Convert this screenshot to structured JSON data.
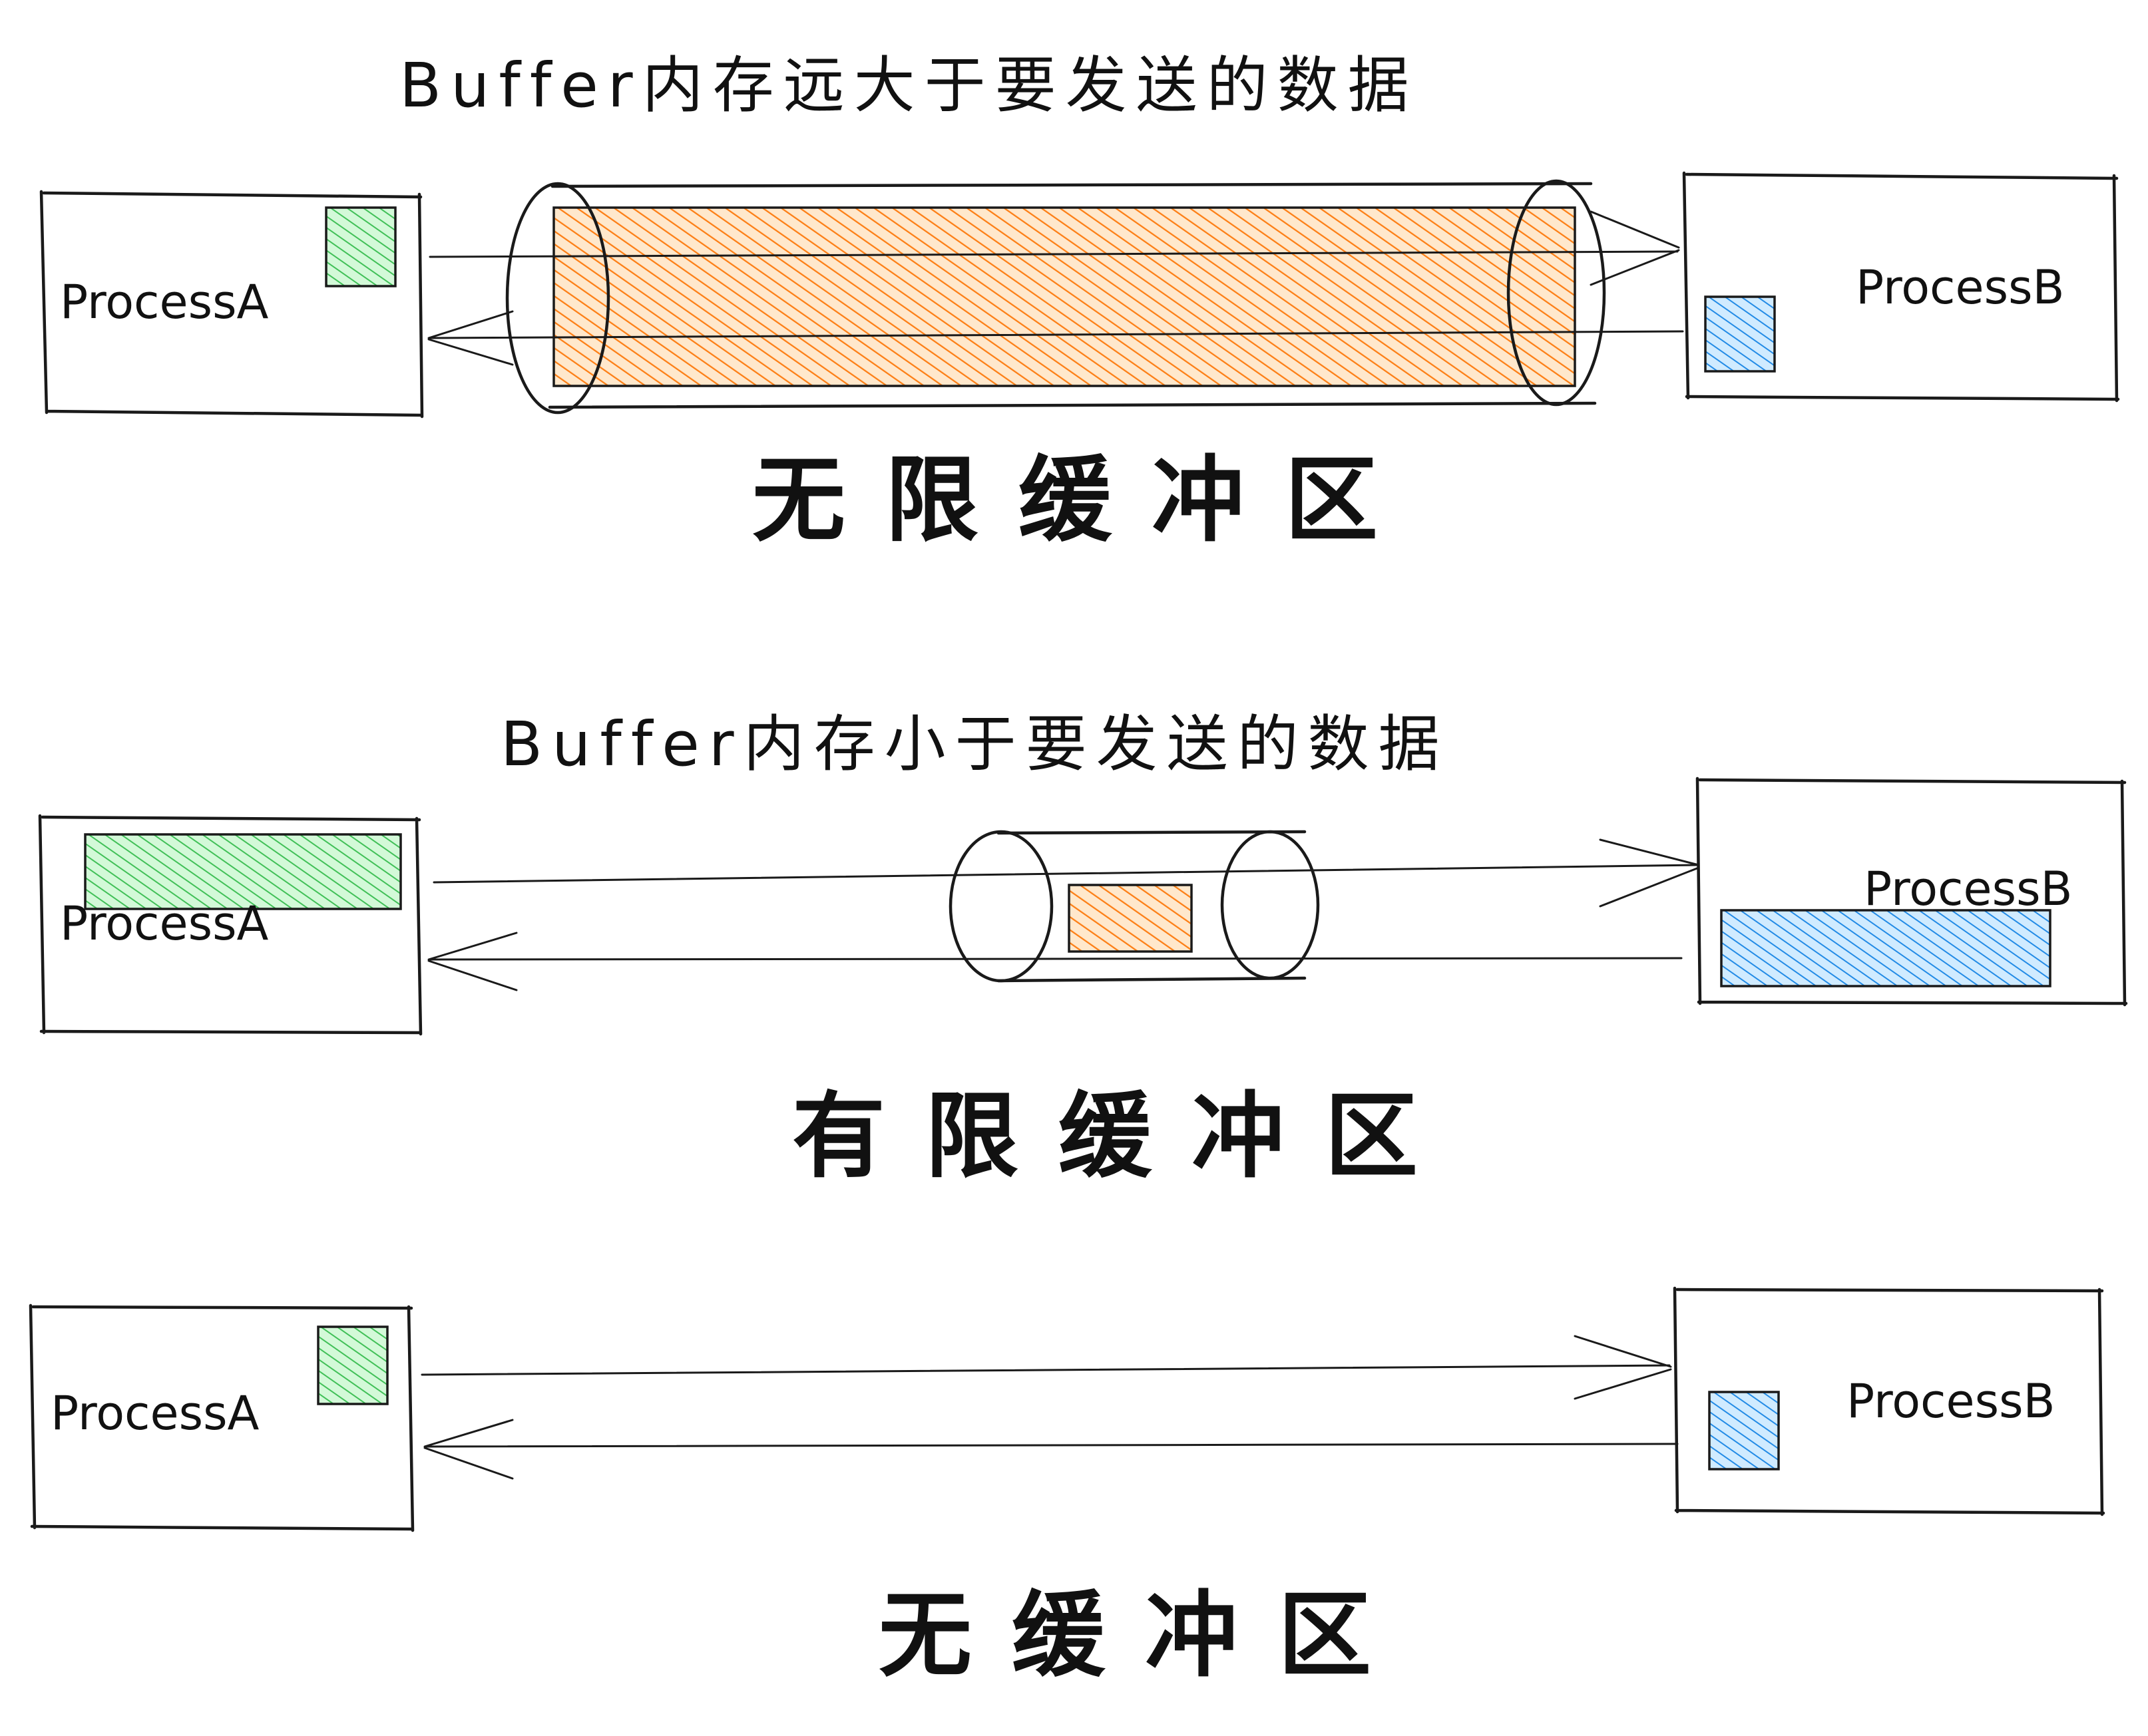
{
  "sections": [
    {
      "id": "infinite",
      "subtitle": "Buffer内存远大于要发送的数据",
      "title": "无限缓冲区",
      "process_a": "ProcessA",
      "process_b": "ProcessB",
      "buffer": "large"
    },
    {
      "id": "finite",
      "subtitle": "Buffer内存小于要发送的数据",
      "title": "有限缓冲区",
      "process_a": "ProcessA",
      "process_b": "ProcessB",
      "buffer": "small"
    },
    {
      "id": "none",
      "subtitle": "",
      "title": "无缓冲区",
      "process_a": "ProcessA",
      "process_b": "ProcessB",
      "buffer": "none"
    }
  ],
  "colors": {
    "stroke": "#1a1a1a",
    "process_a_data": "#40c057",
    "process_b_data": "#228be6",
    "buffer_data": "#fd7e14",
    "background": "#ffffff"
  }
}
